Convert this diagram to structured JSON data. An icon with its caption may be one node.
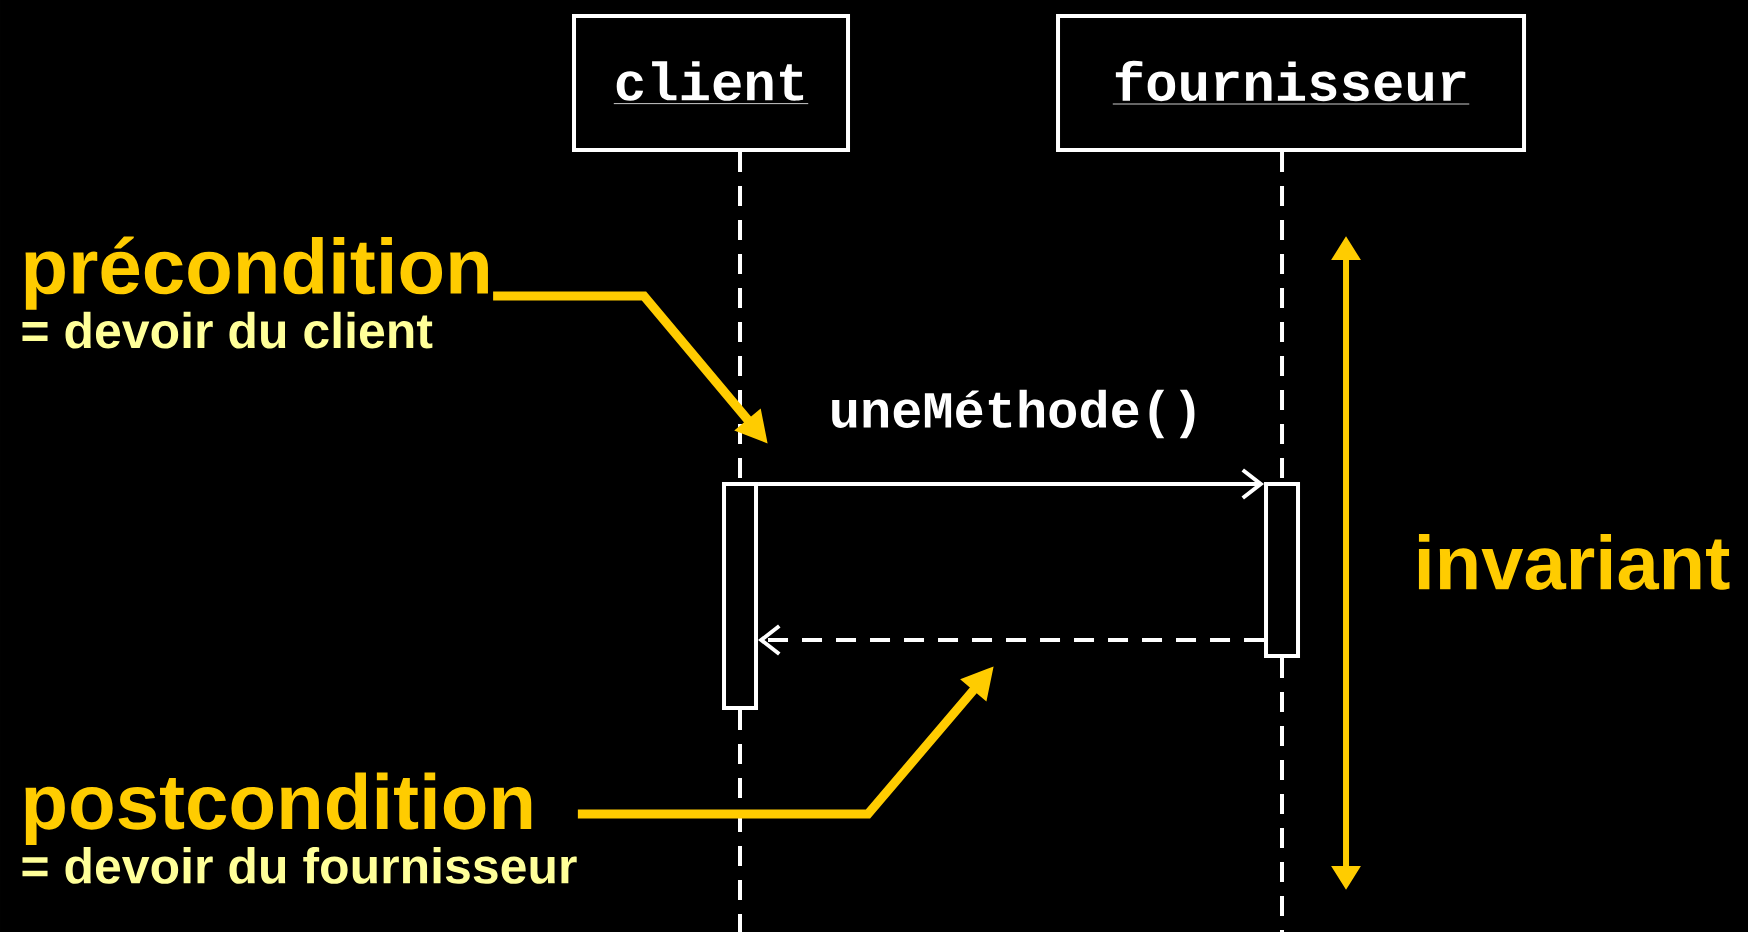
{
  "diagram": {
    "nodes": [
      {
        "text": [
          "client"
        ]
      },
      {
        "text": [
          "fournisseur"
        ]
      },
      {
        "text": [],
        "shape": "bar"
      },
      {
        "text": [],
        "shape": "bar"
      },
      {
        "text": [
          "précondition",
          "= devoir du client"
        ]
      },
      {
        "text": [
          "postcondition",
          "= devoir du fournisseur"
        ]
      }
    ],
    "edges": [
      {
        "from": 0,
        "to": 2,
        "arrow": "none",
        "style": "dashed"
      },
      {
        "from": 1,
        "to": 3,
        "arrow": "none",
        "style": "dashed"
      },
      {
        "from": 2,
        "to": 3,
        "arrow": "to",
        "label": "uneMéthode()"
      },
      {
        "from": 3,
        "to": 2,
        "arrow": "to",
        "style": "dashed"
      },
      {
        "from": 4,
        "to": null,
        "arrow": "to",
        "style": "thick",
        "color": "#ffcc00"
      },
      {
        "from": 5,
        "to": null,
        "arrow": "to",
        "style": "thick",
        "color": "#ffcc00"
      }
    ],
    "labels": [
      "invariant"
    ]
  }
}
